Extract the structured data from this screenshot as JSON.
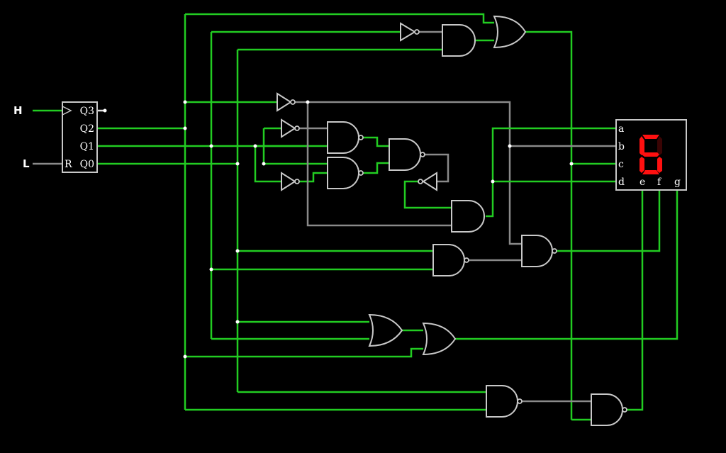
{
  "inputs": {
    "clock": "H",
    "reset": "L"
  },
  "counter": {
    "reset_pin": "R",
    "outputs": [
      "Q3",
      "Q2",
      "Q1",
      "Q0"
    ]
  },
  "display": {
    "pins_left": [
      "a",
      "b",
      "c",
      "d"
    ],
    "pins_bottom": [
      "e",
      "f",
      "g"
    ],
    "digit": "6",
    "segments": {
      "a": true,
      "b": false,
      "c": true,
      "d": true,
      "e": true,
      "f": true,
      "g": true
    }
  },
  "colors": {
    "wire_high": "#22cc22",
    "wire_low": "#8a8a8a",
    "segment_on": "#ff1010",
    "segment_off": "#3a0404"
  }
}
